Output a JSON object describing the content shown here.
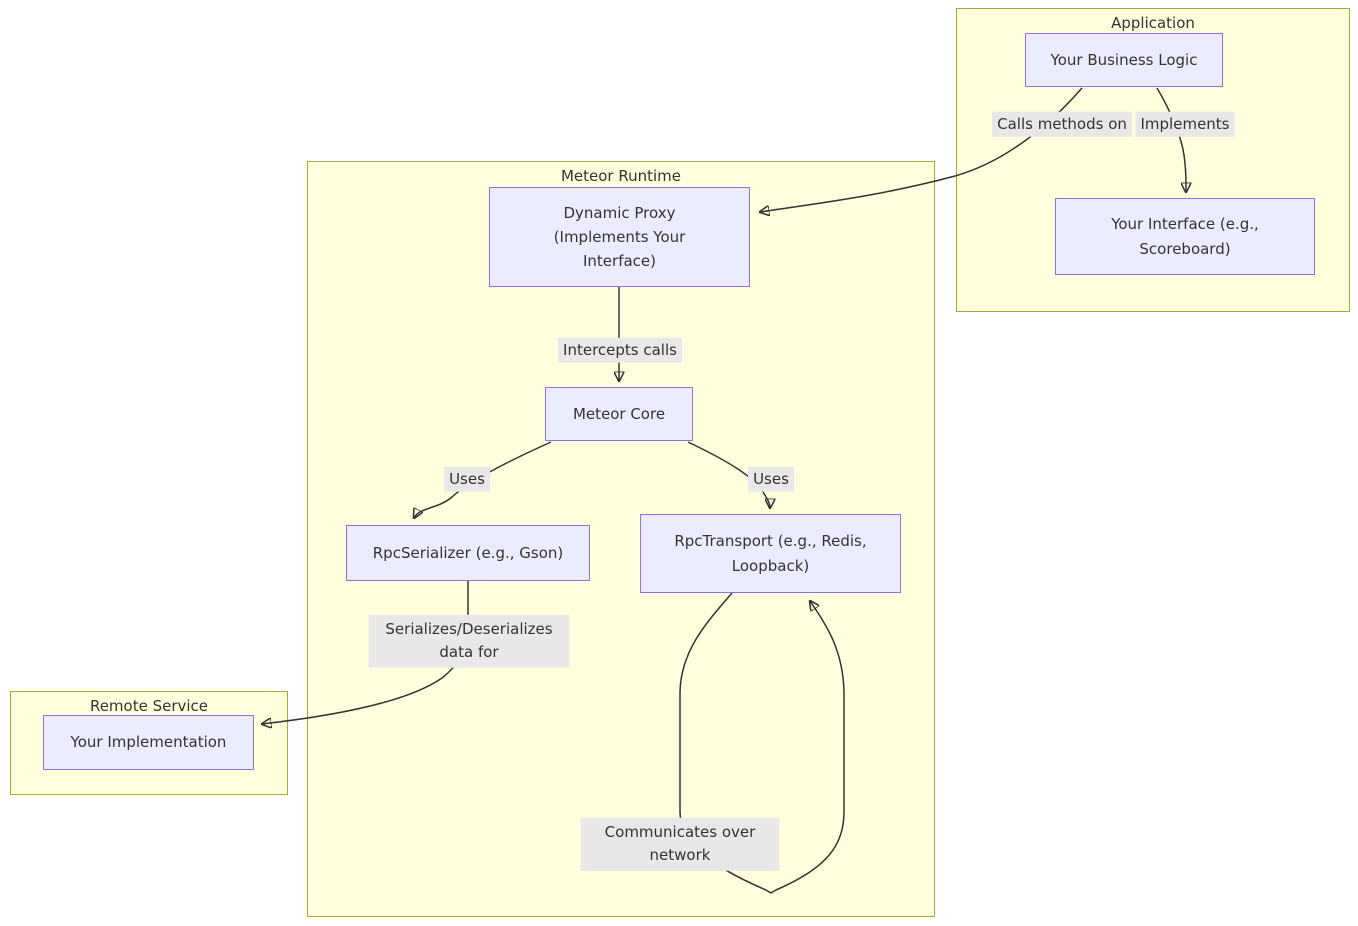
{
  "subgraphs": {
    "application": {
      "title": "Application"
    },
    "meteor_runtime": {
      "title": "Meteor Runtime"
    },
    "remote_service": {
      "title": "Remote Service"
    }
  },
  "nodes": {
    "your_business_logic": {
      "label": "Your Business Logic"
    },
    "your_interface": {
      "label": "Your Interface (e.g., Scoreboard)"
    },
    "dynamic_proxy": {
      "label": "Dynamic Proxy (Implements Your Interface)"
    },
    "meteor_core": {
      "label": "Meteor Core"
    },
    "rpc_serializer": {
      "label": "RpcSerializer (e.g., Gson)"
    },
    "rpc_transport": {
      "label": "RpcTransport (e.g., Redis, Loopback)"
    },
    "your_implementation": {
      "label": "Your Implementation"
    }
  },
  "edge_labels": {
    "calls_methods_on": "Calls methods on",
    "implements": "Implements",
    "intercepts_calls": "Intercepts calls",
    "uses_left": "Uses",
    "uses_right": "Uses",
    "serializes": "Serializes/Deserializes data for",
    "communicates": "Communicates over network"
  },
  "colors": {
    "node_fill": "#ECECFF",
    "node_border": "#9370DB",
    "subgraph_fill": "#ffffde",
    "subgraph_border": "#aaaa33",
    "edge": "#333333",
    "edge_label_bg": "#e8e8e8",
    "text": "#333333"
  }
}
